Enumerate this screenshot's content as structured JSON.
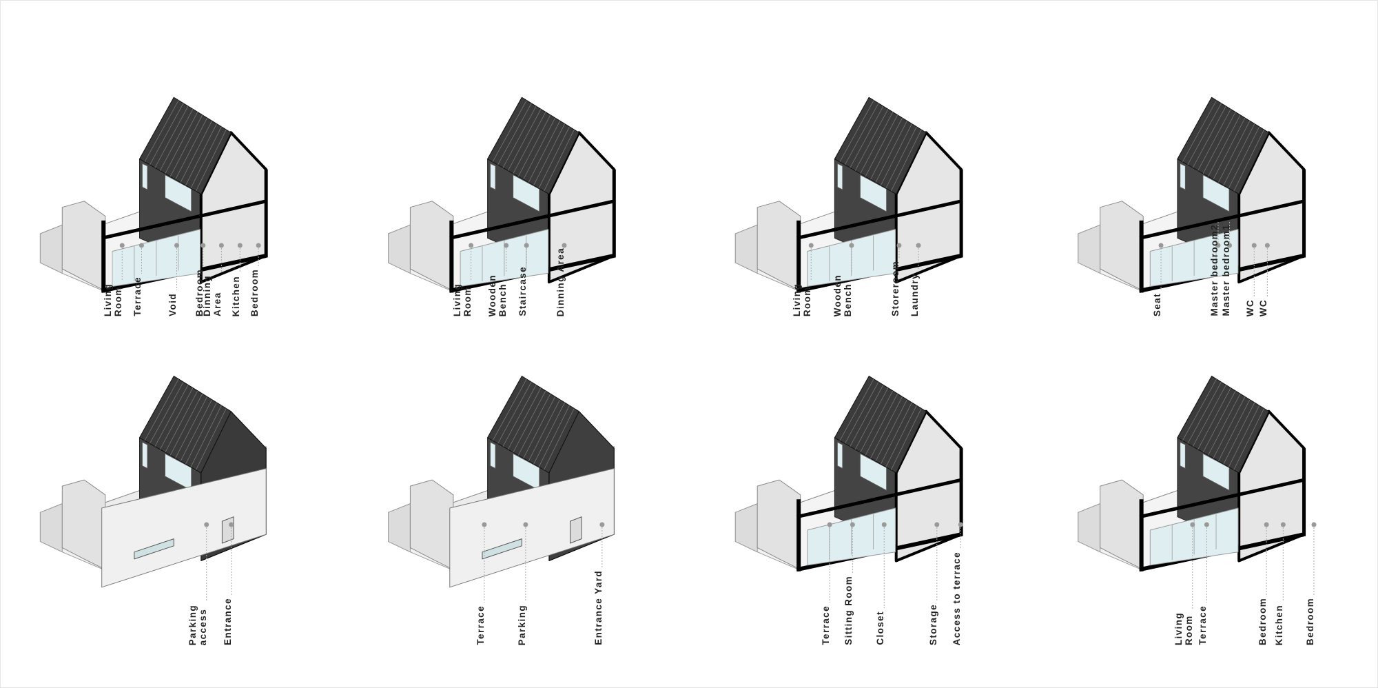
{
  "panels": [
    {
      "view": "section",
      "labels": [
        "Living\nRoom",
        "Terrace",
        "Void",
        "Bedroom",
        "Dinning\nArea",
        "Kitchen",
        "Bedroom"
      ]
    },
    {
      "view": "section",
      "labels": [
        "Living\nRoom",
        "Wooden\nBench",
        "Staircase",
        "Dinning Area"
      ]
    },
    {
      "view": "section",
      "labels": [
        "Living\nRoom",
        "Wooden\nBench",
        "Storeroom",
        "Laundry"
      ]
    },
    {
      "view": "section",
      "labels": [
        "Seat",
        "Master bedroom2",
        "Master bedroom1",
        "WC",
        "WC"
      ]
    },
    {
      "view": "exterior",
      "labels": [
        "Parking\naccess",
        "Entrance"
      ]
    },
    {
      "view": "exterior",
      "labels": [
        "Terrace",
        "Parking",
        "Entrance Yard"
      ]
    },
    {
      "view": "section",
      "labels": [
        "Terrace",
        "Sitting Room",
        "Closet",
        "Storage",
        "Access to terrace"
      ]
    },
    {
      "view": "section",
      "labels": [
        "Living\nRoom",
        "Terrace",
        "Bedroom",
        "Kitchen",
        "Bedroom"
      ]
    }
  ],
  "colors": {
    "roof": "#3b3b3b",
    "wall": "#e6e6e6",
    "cut": "#000000",
    "glass": "#dfeef0",
    "label": "#222222"
  }
}
